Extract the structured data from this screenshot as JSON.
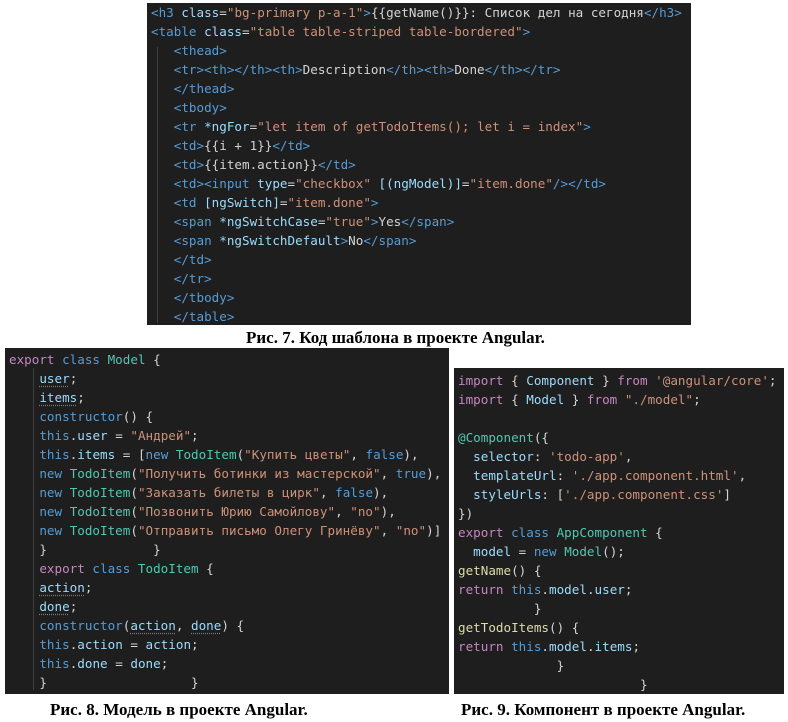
{
  "template_code": {
    "lines": [
      [
        [
          "c-tag",
          "<h3 "
        ],
        [
          "c-attr",
          "class"
        ],
        [
          "c-pun",
          "="
        ],
        [
          "c-str",
          "\"bg-primary p-a-1\""
        ],
        [
          "c-tag",
          ">"
        ],
        [
          "c-text",
          "{{getName()}}: Список дел на сегодня"
        ],
        [
          "c-tag",
          "</h3>"
        ]
      ],
      [
        [
          "c-tag",
          "<table "
        ],
        [
          "c-attr",
          "class"
        ],
        [
          "c-pun",
          "="
        ],
        [
          "c-str",
          "\"table table-striped table-bordered\""
        ],
        [
          "c-tag",
          ">"
        ]
      ],
      [
        [
          "c-text",
          "   "
        ],
        [
          "c-tag",
          "<thead>"
        ]
      ],
      [
        [
          "c-text",
          "   "
        ],
        [
          "c-tag",
          "<tr><th></th><th>"
        ],
        [
          "c-text",
          "Description"
        ],
        [
          "c-tag",
          "</th><th>"
        ],
        [
          "c-text",
          "Done"
        ],
        [
          "c-tag",
          "</th></tr>"
        ]
      ],
      [
        [
          "c-text",
          "   "
        ],
        [
          "c-tag",
          "</thead>"
        ]
      ],
      [
        [
          "c-text",
          "   "
        ],
        [
          "c-tag",
          "<tbody>"
        ]
      ],
      [
        [
          "c-text",
          "   "
        ],
        [
          "c-tag",
          "<tr "
        ],
        [
          "c-attr",
          "*ngFor"
        ],
        [
          "c-pun",
          "="
        ],
        [
          "c-str",
          "\"let item of getTodoItems(); let i = index\""
        ],
        [
          "c-tag",
          ">"
        ]
      ],
      [
        [
          "c-text",
          "   "
        ],
        [
          "c-tag",
          "<td>"
        ],
        [
          "c-text",
          "{{i + 1}}"
        ],
        [
          "c-tag",
          "</td>"
        ]
      ],
      [
        [
          "c-text",
          "   "
        ],
        [
          "c-tag",
          "<td>"
        ],
        [
          "c-text",
          "{{item.action}}"
        ],
        [
          "c-tag",
          "</td>"
        ]
      ],
      [
        [
          "c-text",
          "   "
        ],
        [
          "c-tag",
          "<td><input "
        ],
        [
          "c-attr",
          "type"
        ],
        [
          "c-pun",
          "="
        ],
        [
          "c-str",
          "\"checkbox\""
        ],
        [
          "c-text",
          " "
        ],
        [
          "c-attr",
          "[(ngModel)]"
        ],
        [
          "c-pun",
          "="
        ],
        [
          "c-str",
          "\"item.done\""
        ],
        [
          "c-tag",
          "/></td>"
        ]
      ],
      [
        [
          "c-text",
          "   "
        ],
        [
          "c-tag",
          "<td "
        ],
        [
          "c-attr",
          "[ngSwitch]"
        ],
        [
          "c-pun",
          "="
        ],
        [
          "c-str",
          "\"item.done\""
        ],
        [
          "c-tag",
          ">"
        ]
      ],
      [
        [
          "c-text",
          "   "
        ],
        [
          "c-tag",
          "<span "
        ],
        [
          "c-attr",
          "*ngSwitchCase"
        ],
        [
          "c-pun",
          "="
        ],
        [
          "c-str",
          "\"true\""
        ],
        [
          "c-tag",
          ">"
        ],
        [
          "c-text",
          "Yes"
        ],
        [
          "c-tag",
          "</span>"
        ]
      ],
      [
        [
          "c-text",
          "   "
        ],
        [
          "c-tag",
          "<span "
        ],
        [
          "c-attr",
          "*ngSwitchDefault"
        ],
        [
          "c-tag",
          ">"
        ],
        [
          "c-text",
          "No"
        ],
        [
          "c-tag",
          "</span>"
        ]
      ],
      [
        [
          "c-text",
          "   "
        ],
        [
          "c-tag",
          "</td>"
        ]
      ],
      [
        [
          "c-text",
          "   "
        ],
        [
          "c-tag",
          "</tr>"
        ]
      ],
      [
        [
          "c-text",
          "   "
        ],
        [
          "c-tag",
          "</tbody>"
        ]
      ],
      [
        [
          "c-text",
          "   "
        ],
        [
          "c-tag",
          "</table>"
        ]
      ]
    ]
  },
  "model_code": {
    "lines": [
      [
        [
          "c-ctl",
          "export "
        ],
        [
          "c-kw",
          "class "
        ],
        [
          "c-cls",
          "Model"
        ],
        [
          "c-pun",
          " {"
        ]
      ],
      [
        [
          "c-text",
          "    "
        ],
        [
          "c-prop dot",
          "user"
        ],
        [
          "c-pun",
          ";"
        ]
      ],
      [
        [
          "c-text",
          "    "
        ],
        [
          "c-prop dot",
          "items"
        ],
        [
          "c-pun",
          ";"
        ]
      ],
      [
        [
          "c-text",
          "    "
        ],
        [
          "c-kw",
          "constructor"
        ],
        [
          "c-pun",
          "() {"
        ]
      ],
      [
        [
          "c-text",
          "    "
        ],
        [
          "c-kw",
          "this"
        ],
        [
          "c-pun",
          "."
        ],
        [
          "c-prop",
          "user"
        ],
        [
          "c-pun",
          " = "
        ],
        [
          "c-str",
          "\"Андрей\""
        ],
        [
          "c-pun",
          ";"
        ]
      ],
      [
        [
          "c-text",
          "    "
        ],
        [
          "c-kw",
          "this"
        ],
        [
          "c-pun",
          "."
        ],
        [
          "c-prop",
          "items"
        ],
        [
          "c-pun",
          " = ["
        ],
        [
          "c-kw",
          "new "
        ],
        [
          "c-cls",
          "TodoItem"
        ],
        [
          "c-pun",
          "("
        ],
        [
          "c-str",
          "\"Купить цветы\""
        ],
        [
          "c-pun",
          ", "
        ],
        [
          "c-bool",
          "false"
        ],
        [
          "c-pun",
          "),"
        ]
      ],
      [
        [
          "c-text",
          "    "
        ],
        [
          "c-kw",
          "new "
        ],
        [
          "c-cls",
          "TodoItem"
        ],
        [
          "c-pun",
          "("
        ],
        [
          "c-str",
          "\"Получить ботинки из мастерской\""
        ],
        [
          "c-pun",
          ", "
        ],
        [
          "c-bool",
          "true"
        ],
        [
          "c-pun",
          "),"
        ]
      ],
      [
        [
          "c-text",
          "    "
        ],
        [
          "c-kw",
          "new "
        ],
        [
          "c-cls",
          "TodoItem"
        ],
        [
          "c-pun",
          "("
        ],
        [
          "c-str",
          "\"Заказать билеты в цирк\""
        ],
        [
          "c-pun",
          ", "
        ],
        [
          "c-bool",
          "false"
        ],
        [
          "c-pun",
          "),"
        ]
      ],
      [
        [
          "c-text",
          "    "
        ],
        [
          "c-kw",
          "new "
        ],
        [
          "c-cls",
          "TodoItem"
        ],
        [
          "c-pun",
          "("
        ],
        [
          "c-str",
          "\"Позвонить Юрию Самойлову\""
        ],
        [
          "c-pun",
          ", "
        ],
        [
          "c-str",
          "\"no\""
        ],
        [
          "c-pun",
          "),"
        ]
      ],
      [
        [
          "c-text",
          "    "
        ],
        [
          "c-kw",
          "new "
        ],
        [
          "c-cls",
          "TodoItem"
        ],
        [
          "c-pun",
          "("
        ],
        [
          "c-str",
          "\"Отправить письмо Олегу Гринёву\""
        ],
        [
          "c-pun",
          ", "
        ],
        [
          "c-str",
          "\"no\""
        ],
        [
          "c-pun",
          ")]"
        ]
      ],
      [
        [
          "c-text",
          "    "
        ],
        [
          "c-pun",
          "}              }"
        ]
      ],
      [
        [
          "c-text",
          "    "
        ],
        [
          "c-ctl",
          "export "
        ],
        [
          "c-kw",
          "class "
        ],
        [
          "c-cls",
          "TodoItem"
        ],
        [
          "c-pun",
          " {"
        ]
      ],
      [
        [
          "c-text",
          "    "
        ],
        [
          "c-prop dot",
          "action"
        ],
        [
          "c-pun",
          ";"
        ]
      ],
      [
        [
          "c-text",
          "    "
        ],
        [
          "c-prop dot",
          "done"
        ],
        [
          "c-pun",
          ";"
        ]
      ],
      [
        [
          "c-text",
          "    "
        ],
        [
          "c-kw",
          "constructor"
        ],
        [
          "c-pun",
          "("
        ],
        [
          "c-prop dot",
          "action"
        ],
        [
          "c-pun",
          ", "
        ],
        [
          "c-prop dot",
          "done"
        ],
        [
          "c-pun",
          ") {"
        ]
      ],
      [
        [
          "c-text",
          "    "
        ],
        [
          "c-kw",
          "this"
        ],
        [
          "c-pun",
          "."
        ],
        [
          "c-prop",
          "action"
        ],
        [
          "c-pun",
          " = "
        ],
        [
          "c-prop",
          "action"
        ],
        [
          "c-pun",
          ";"
        ]
      ],
      [
        [
          "c-text",
          "    "
        ],
        [
          "c-kw",
          "this"
        ],
        [
          "c-pun",
          "."
        ],
        [
          "c-prop",
          "done"
        ],
        [
          "c-pun",
          " = "
        ],
        [
          "c-prop",
          "done"
        ],
        [
          "c-pun",
          ";"
        ]
      ],
      [
        [
          "c-text",
          "    "
        ],
        [
          "c-pun",
          "}                   }"
        ]
      ]
    ]
  },
  "component_code": {
    "lines": [
      [
        [
          "c-ctl",
          "import "
        ],
        [
          "c-pun",
          "{ "
        ],
        [
          "c-prop",
          "Component"
        ],
        [
          "c-pun",
          " } "
        ],
        [
          "c-ctl",
          "from "
        ],
        [
          "c-str",
          "'@angular/core'"
        ],
        [
          "c-pun",
          ";"
        ]
      ],
      [
        [
          "c-ctl",
          "import "
        ],
        [
          "c-pun",
          "{ "
        ],
        [
          "c-prop",
          "Model"
        ],
        [
          "c-pun",
          " } "
        ],
        [
          "c-ctl",
          "from "
        ],
        [
          "c-str",
          "\"./model\""
        ],
        [
          "c-pun",
          ";"
        ]
      ],
      [
        [
          "c-text",
          ""
        ]
      ],
      [
        [
          "c-dec",
          "@Component"
        ],
        [
          "c-pun",
          "({"
        ]
      ],
      [
        [
          "c-text",
          "  "
        ],
        [
          "c-prop",
          "selector"
        ],
        [
          "c-pun",
          ": "
        ],
        [
          "c-str",
          "'todo-app'"
        ],
        [
          "c-pun",
          ","
        ]
      ],
      [
        [
          "c-text",
          "  "
        ],
        [
          "c-prop",
          "templateUrl"
        ],
        [
          "c-pun",
          ": "
        ],
        [
          "c-str",
          "'./app.component.html'"
        ],
        [
          "c-pun",
          ","
        ]
      ],
      [
        [
          "c-text",
          "  "
        ],
        [
          "c-prop",
          "styleUrls"
        ],
        [
          "c-pun",
          ": ["
        ],
        [
          "c-str",
          "'./app.component.css'"
        ],
        [
          "c-pun",
          "]"
        ]
      ],
      [
        [
          "c-pun",
          "})"
        ]
      ],
      [
        [
          "c-ctl",
          "export "
        ],
        [
          "c-kw",
          "class "
        ],
        [
          "c-cls",
          "AppComponent"
        ],
        [
          "c-pun",
          " {"
        ]
      ],
      [
        [
          "c-text",
          "  "
        ],
        [
          "c-prop",
          "model"
        ],
        [
          "c-pun",
          " = "
        ],
        [
          "c-kw",
          "new "
        ],
        [
          "c-cls",
          "Model"
        ],
        [
          "c-pun",
          "();"
        ]
      ],
      [
        [
          "c-fn",
          "getName"
        ],
        [
          "c-pun",
          "() {"
        ]
      ],
      [
        [
          "c-ctl",
          "return "
        ],
        [
          "c-kw",
          "this"
        ],
        [
          "c-pun",
          "."
        ],
        [
          "c-prop",
          "model"
        ],
        [
          "c-pun",
          "."
        ],
        [
          "c-prop",
          "user"
        ],
        [
          "c-pun",
          ";"
        ]
      ],
      [
        [
          "c-text",
          "          "
        ],
        [
          "c-pun",
          "}"
        ]
      ],
      [
        [
          "c-fn",
          "getTodoItems"
        ],
        [
          "c-pun",
          "() {"
        ]
      ],
      [
        [
          "c-ctl",
          "return "
        ],
        [
          "c-kw",
          "this"
        ],
        [
          "c-pun",
          "."
        ],
        [
          "c-prop",
          "model"
        ],
        [
          "c-pun",
          "."
        ],
        [
          "c-prop",
          "items"
        ],
        [
          "c-pun",
          ";"
        ]
      ],
      [
        [
          "c-text",
          "             "
        ],
        [
          "c-pun",
          "}"
        ]
      ],
      [
        [
          "c-text",
          "                        "
        ],
        [
          "c-pun",
          "}"
        ]
      ]
    ]
  },
  "captions": {
    "fig7": "Рис. 7. Код шаблона в проекте Angular.",
    "fig8": "Рис. 8. Модель в проекте Angular.",
    "fig9": "Рис. 9. Компонент в проекте Angular."
  }
}
